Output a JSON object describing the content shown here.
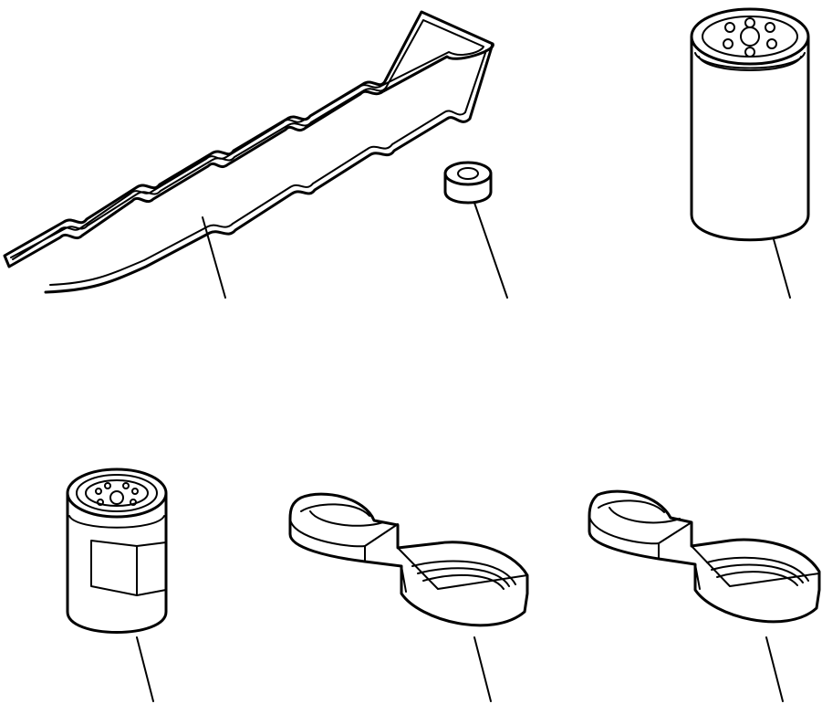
{
  "diagram": {
    "parts": [
      {
        "id": "gasket",
        "icon": "valve-cover-gasket-icon"
      },
      {
        "id": "spacer",
        "icon": "spacer-ring-icon"
      },
      {
        "id": "filter-large",
        "icon": "cartridge-filter-icon"
      },
      {
        "id": "filter-small",
        "icon": "spin-on-filter-icon"
      },
      {
        "id": "wrench-left",
        "icon": "filter-wrench-icon"
      },
      {
        "id": "wrench-right",
        "icon": "filter-wrench-icon"
      }
    ],
    "colors": {
      "stroke": "#000000",
      "background": "#ffffff"
    }
  }
}
